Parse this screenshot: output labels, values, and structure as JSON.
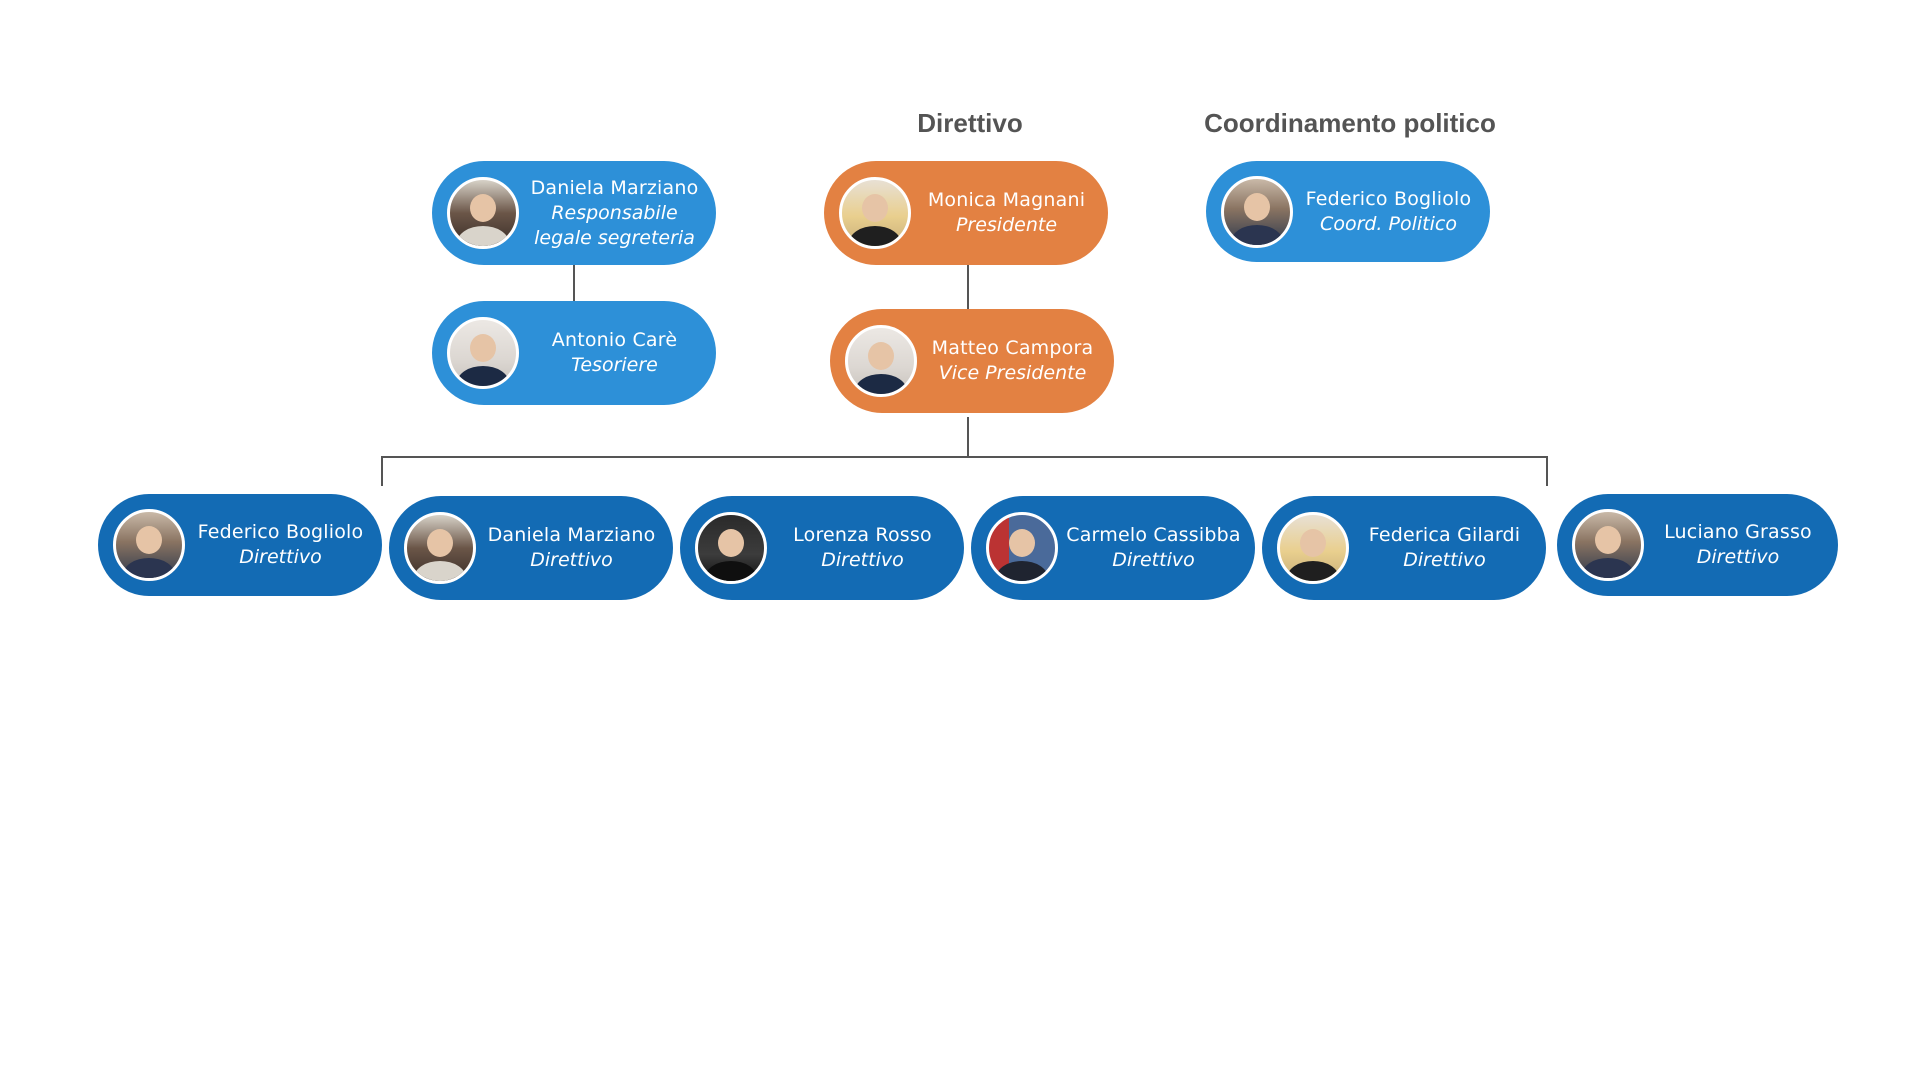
{
  "titles": {
    "direttivo": "Direttivo",
    "coordinamento": "Coordinamento politico"
  },
  "colors": {
    "blue_light": "#2d90d8",
    "blue_dark": "#136bb4",
    "orange": "#e38142",
    "title_gray": "#545454",
    "connector": "#555555"
  },
  "segreteria": {
    "daniela": {
      "name": "Daniela Marziano",
      "role_line1": "Responsabile",
      "role_line2": "legale segreteria"
    },
    "antonio": {
      "name": "Antonio Carè",
      "role": "Tesoriere"
    }
  },
  "presidenza": {
    "monica": {
      "name": "Monica Magnani",
      "role": "Presidente"
    },
    "matteo": {
      "name": "Matteo Campora",
      "role": "Vice Presidente"
    }
  },
  "coordinamento": {
    "federico": {
      "name": "Federico Bogliolo",
      "role": "Coord. Politico"
    }
  },
  "direttivo_members": [
    {
      "name": "Federico Bogliolo",
      "role": "Direttivo"
    },
    {
      "name": "Daniela Marziano",
      "role": "Direttivo"
    },
    {
      "name": "Lorenza Rosso",
      "role": "Direttivo"
    },
    {
      "name": "Carmelo Cassibba",
      "role": "Direttivo"
    },
    {
      "name": "Federica Gilardi",
      "role": "Direttivo"
    },
    {
      "name": "Luciano Grasso",
      "role": "Direttivo"
    }
  ]
}
